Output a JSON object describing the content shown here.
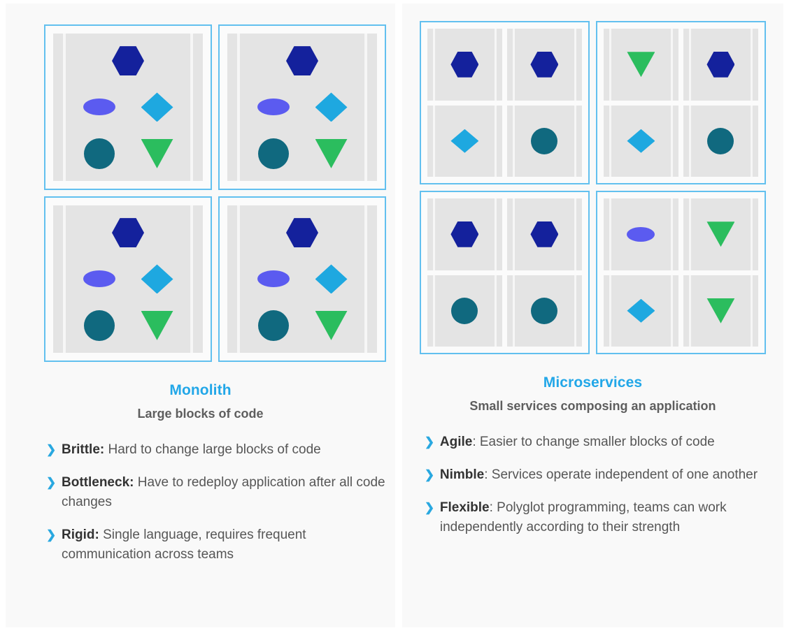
{
  "colors": {
    "accent_blue": "#22a7e8",
    "box_border": "#62c0ef",
    "panel_bg": "#f9f9f9",
    "block_gray": "#e4e4e4",
    "hexagon": "#14219c",
    "ellipse": "#5b5bf0",
    "diamond": "#1ea8e0",
    "circle": "#10697f",
    "triangle": "#2bbd5e",
    "bullet_chevron": "#29a8e0",
    "heading_gray": "#5e5e5e",
    "body_text": "#4a4a4a"
  },
  "icons": {
    "chevron": "❯",
    "bullet_chevron_name": "chevron-right-icon"
  },
  "left": {
    "title": "Monolith",
    "subtitle": "Large blocks of code",
    "boxes": [
      {
        "name": "monolith-box-1",
        "shapes": [
          "hexagon",
          "ellipse",
          "diamond",
          "circle",
          "triangle"
        ]
      },
      {
        "name": "monolith-box-2",
        "shapes": [
          "hexagon",
          "ellipse",
          "diamond",
          "circle",
          "triangle"
        ]
      },
      {
        "name": "monolith-box-3",
        "shapes": [
          "hexagon",
          "ellipse",
          "diamond",
          "circle",
          "triangle"
        ]
      },
      {
        "name": "monolith-box-4",
        "shapes": [
          "hexagon",
          "ellipse",
          "diamond",
          "circle",
          "triangle"
        ]
      }
    ],
    "bullets": [
      {
        "term": "Brittle:",
        "rest": " Hard to change large blocks of code"
      },
      {
        "term": "Bottleneck:",
        "rest": " Have to redeploy application after all code changes"
      },
      {
        "term": "Rigid:",
        "rest": " Single language, requires frequent communication across teams"
      }
    ]
  },
  "right": {
    "title": "Microservices",
    "subtitle": "Small services composing an application",
    "boxes": [
      {
        "name": "microservice-box-1",
        "cells": [
          "hexagon",
          "hexagon",
          "diamond",
          "circle"
        ]
      },
      {
        "name": "microservice-box-2",
        "cells": [
          "triangle",
          "hexagon",
          "diamond",
          "circle"
        ]
      },
      {
        "name": "microservice-box-3",
        "cells": [
          "hexagon",
          "hexagon",
          "circle",
          "circle"
        ]
      },
      {
        "name": "microservice-box-4",
        "cells": [
          "ellipse",
          "triangle",
          "diamond",
          "triangle"
        ]
      }
    ],
    "bullets": [
      {
        "term": "Agile",
        "rest": ": Easier to change smaller blocks of code"
      },
      {
        "term": "Nimble",
        "rest": ": Services operate independent of one another"
      },
      {
        "term": "Flexible",
        "rest": ": Polyglot programming, teams can work independently according to their strength"
      }
    ]
  }
}
